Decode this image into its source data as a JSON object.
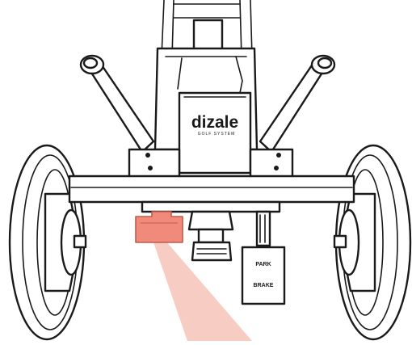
{
  "figure": {
    "kind": "line-art product illustration (golf trolley rear view)",
    "brand_logo_text": "dizale",
    "brand_logo_subtext": "GOLF SYSTEM",
    "tag_text_line1": "PARK",
    "tag_text_line2": "BRAKE",
    "colors": {
      "line": "#1a1a1a",
      "background": "#ffffff",
      "highlight_part": "#f08b7c",
      "highlight_beam": "#f6c3b8"
    },
    "icons": {
      "highlighted_part": "brake-release-pedal",
      "tag": "park-brake-tag"
    }
  }
}
